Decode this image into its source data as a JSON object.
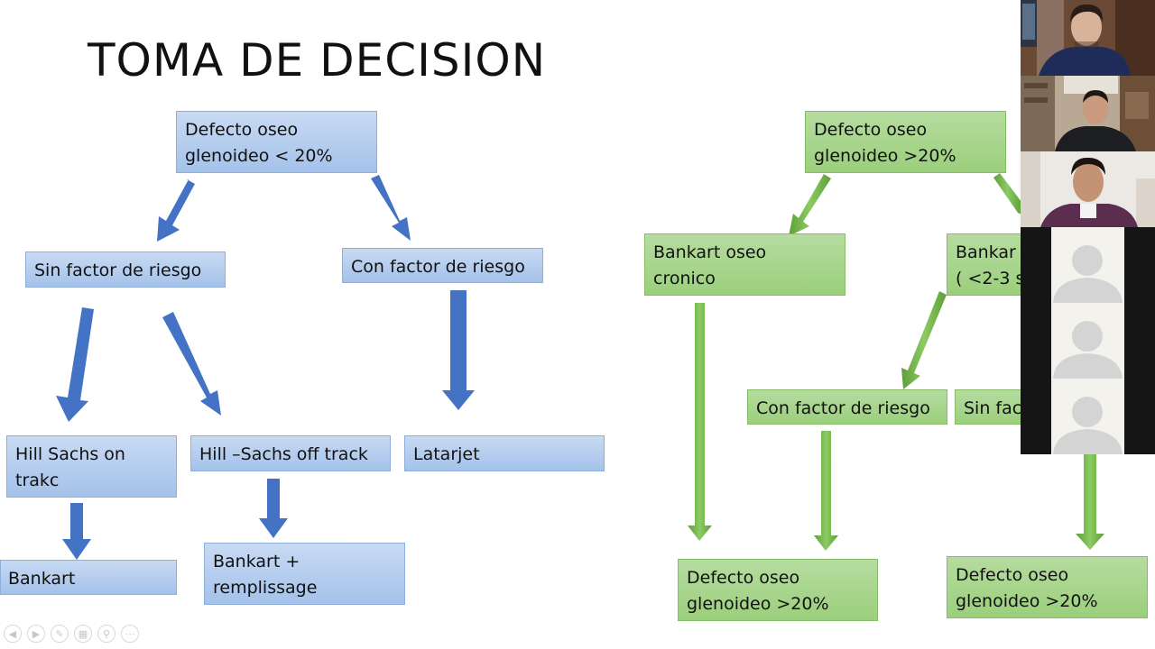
{
  "slide": {
    "title": "TOMA DE DECISION",
    "left_tree": {
      "root": [
        "Defecto oseo",
        "glenoideo < 20%"
      ],
      "sin_factor": "Sin factor de riesgo",
      "con_factor": "Con factor de riesgo",
      "on_track": [
        "Hill Sachs on",
        "trakc"
      ],
      "off_track": "Hill –Sachs off track",
      "latarjet": "Latarjet",
      "bankart": "Bankart",
      "remplissage": [
        "Bankart +",
        "remplissage"
      ]
    },
    "right_tree": {
      "root": [
        "Defecto oseo",
        "glenoideo >20%"
      ],
      "cronico": [
        "Bankart oseo",
        "cronico"
      ],
      "agudo": [
        "Bankar",
        "( <2-3 s"
      ],
      "con_factor": "Con factor de riesgo",
      "sin_factor": "Sin fac",
      "result_1": [
        "Defecto oseo",
        "glenoideo >20%"
      ],
      "result_2": [
        "Defecto oseo",
        "glenoideo >20%"
      ]
    },
    "colors": {
      "blue_box": "#a4c2ea",
      "blue_arrow": "#4472c4",
      "green_box": "#9bcf7c",
      "green_arrow": "#70ad47"
    }
  },
  "toolbar": {
    "icons": [
      "prev-icon",
      "next-icon",
      "pen-icon",
      "slides-grid-icon",
      "zoom-icon",
      "more-icon"
    ]
  },
  "participants": {
    "video_count": 3,
    "placeholder_count": 3
  }
}
